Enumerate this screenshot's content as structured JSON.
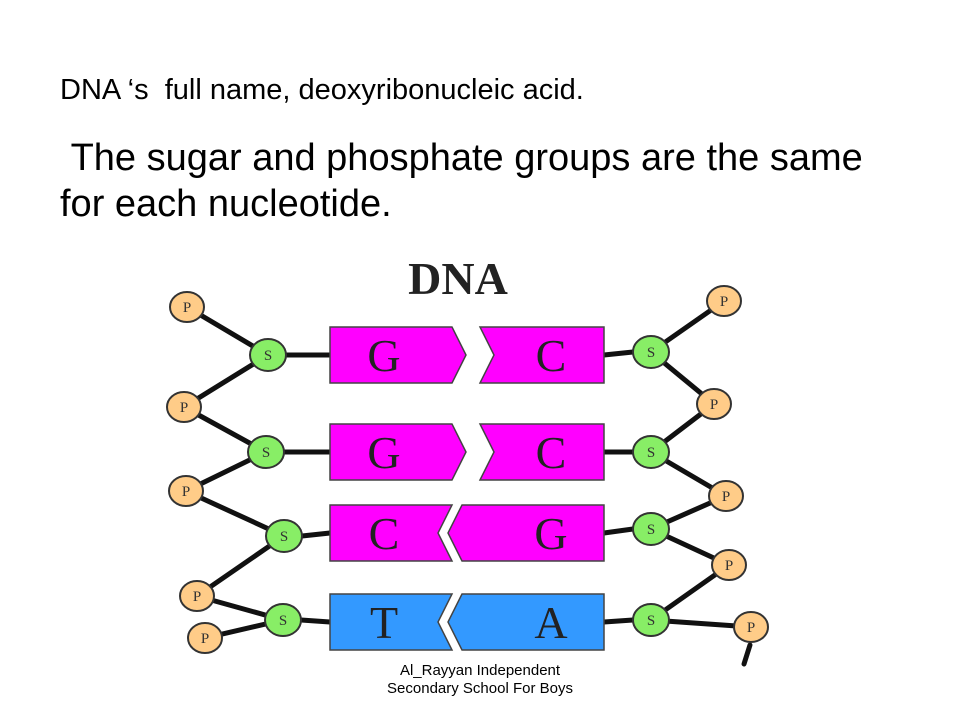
{
  "slide": {
    "line1": "DNA ‘s  full name, deoxyribonucleic acid.",
    "line2": " The sugar and phosphate groups are the same for each nucleotide."
  },
  "diagram": {
    "title": "DNA",
    "sugar_label": "S",
    "phosphate_label": "P",
    "pairs": [
      {
        "left": "G",
        "right": "C",
        "color": "#ff00ff"
      },
      {
        "left": "G",
        "right": "C",
        "color": "#ff00ff"
      },
      {
        "left": "C",
        "right": "G",
        "color": "#ff00ff"
      },
      {
        "left": "T",
        "right": "A",
        "color": "#3399ff"
      }
    ],
    "colors": {
      "phosphate": "#ffcc88",
      "sugar": "#88ee66",
      "purine_pyrimidine": "#ff00ff",
      "thymine_adenine": "#3399ff"
    }
  },
  "footer": {
    "line1": "Al_Rayyan Independent",
    "line2": "Secondary School For Boys"
  }
}
